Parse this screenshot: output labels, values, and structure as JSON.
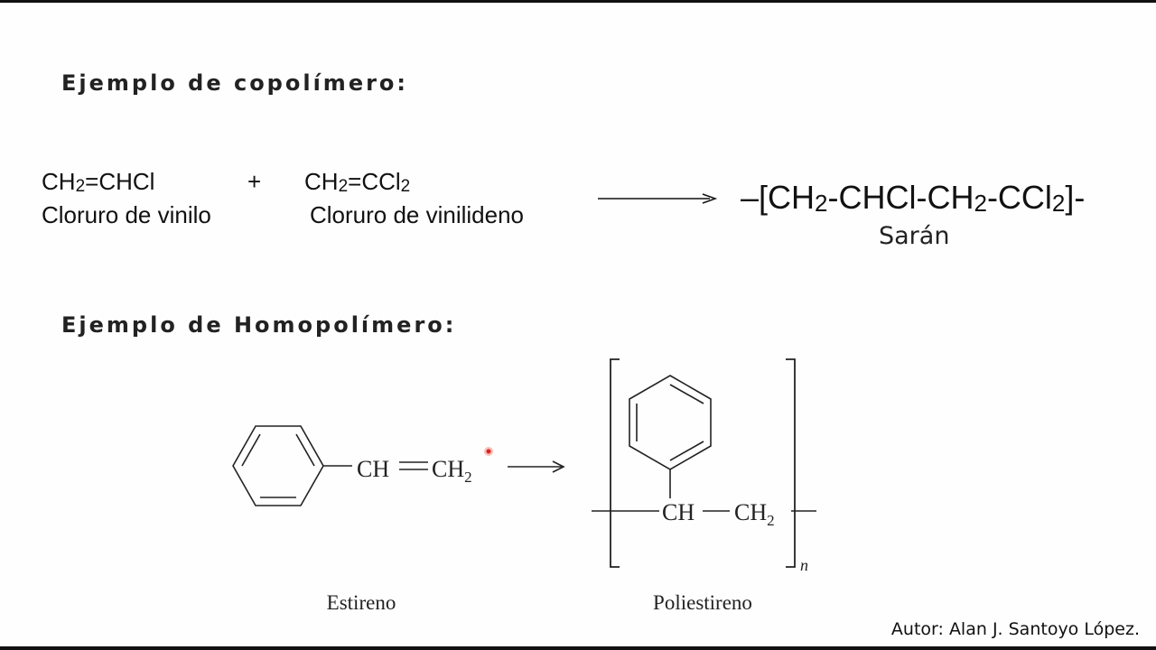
{
  "headings": {
    "copolymer": "Ejemplo de copolímero:",
    "homopolymer": "Ejemplo de Homopolímero:"
  },
  "copolymer": {
    "monomer1": {
      "formula_a": "CH",
      "formula_sub": "2",
      "formula_b": "=CHCl",
      "name": "Cloruro de vinilo"
    },
    "plus": "+",
    "monomer2": {
      "formula_a": "CH",
      "formula_sub1": "2",
      "formula_b": "=CCl",
      "formula_sub2": "2",
      "name": "Cloruro de vinilideno"
    },
    "product": {
      "p1": "–[CH",
      "s1": "2",
      "p2": "-CHCl-CH",
      "s2": "2",
      "p3": "-CCl",
      "s3": "2",
      "p4": "]-",
      "name": "Sarán"
    }
  },
  "homopolymer": {
    "monomer_group_ch": "CH",
    "monomer_group_ch2": "CH",
    "monomer_sub": "2",
    "monomer_name": "Estireno",
    "polymer_group_ch": "CH",
    "polymer_group_ch2": "CH",
    "polymer_sub": "2",
    "polymer_repeat": "n",
    "polymer_name": "Poliestireno"
  },
  "author": "Autor: Alan J. Santoyo López."
}
